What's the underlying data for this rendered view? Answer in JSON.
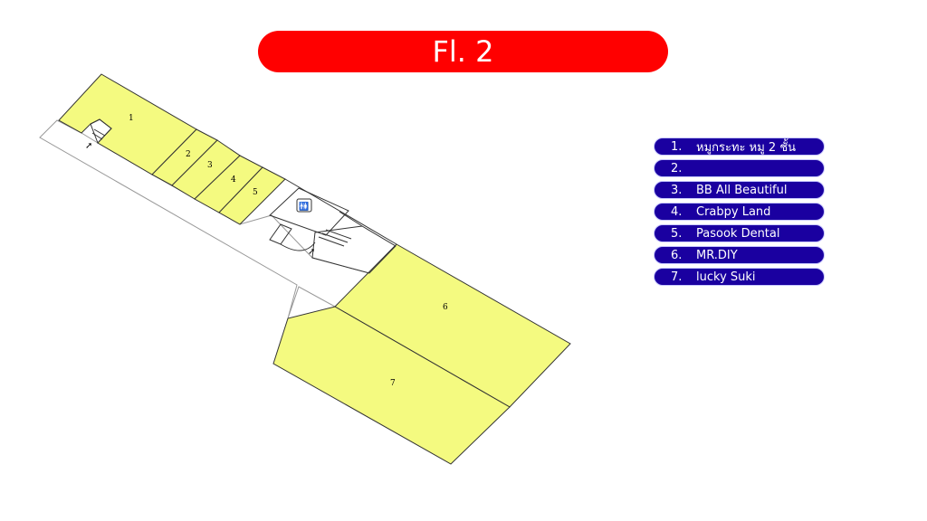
{
  "title": "Fl. 2",
  "colors": {
    "title_bg": "#ff0000",
    "legend_bg": "#1a00a0",
    "unit_fill": "#f4fa80"
  },
  "units": [
    "1",
    "2",
    "3",
    "4",
    "5",
    "6",
    "7"
  ],
  "legend": [
    {
      "num": "1.",
      "name": "หมูกระทะ หมู 2 ชั้น"
    },
    {
      "num": "2.",
      "name": ""
    },
    {
      "num": "3.",
      "name": "BB All Beautiful"
    },
    {
      "num": "4.",
      "name": "Crabpy Land"
    },
    {
      "num": "5.",
      "name": "Pasook Dental"
    },
    {
      "num": "6.",
      "name": "MR.DIY"
    },
    {
      "num": "7.",
      "name": "lucky Suki"
    }
  ]
}
